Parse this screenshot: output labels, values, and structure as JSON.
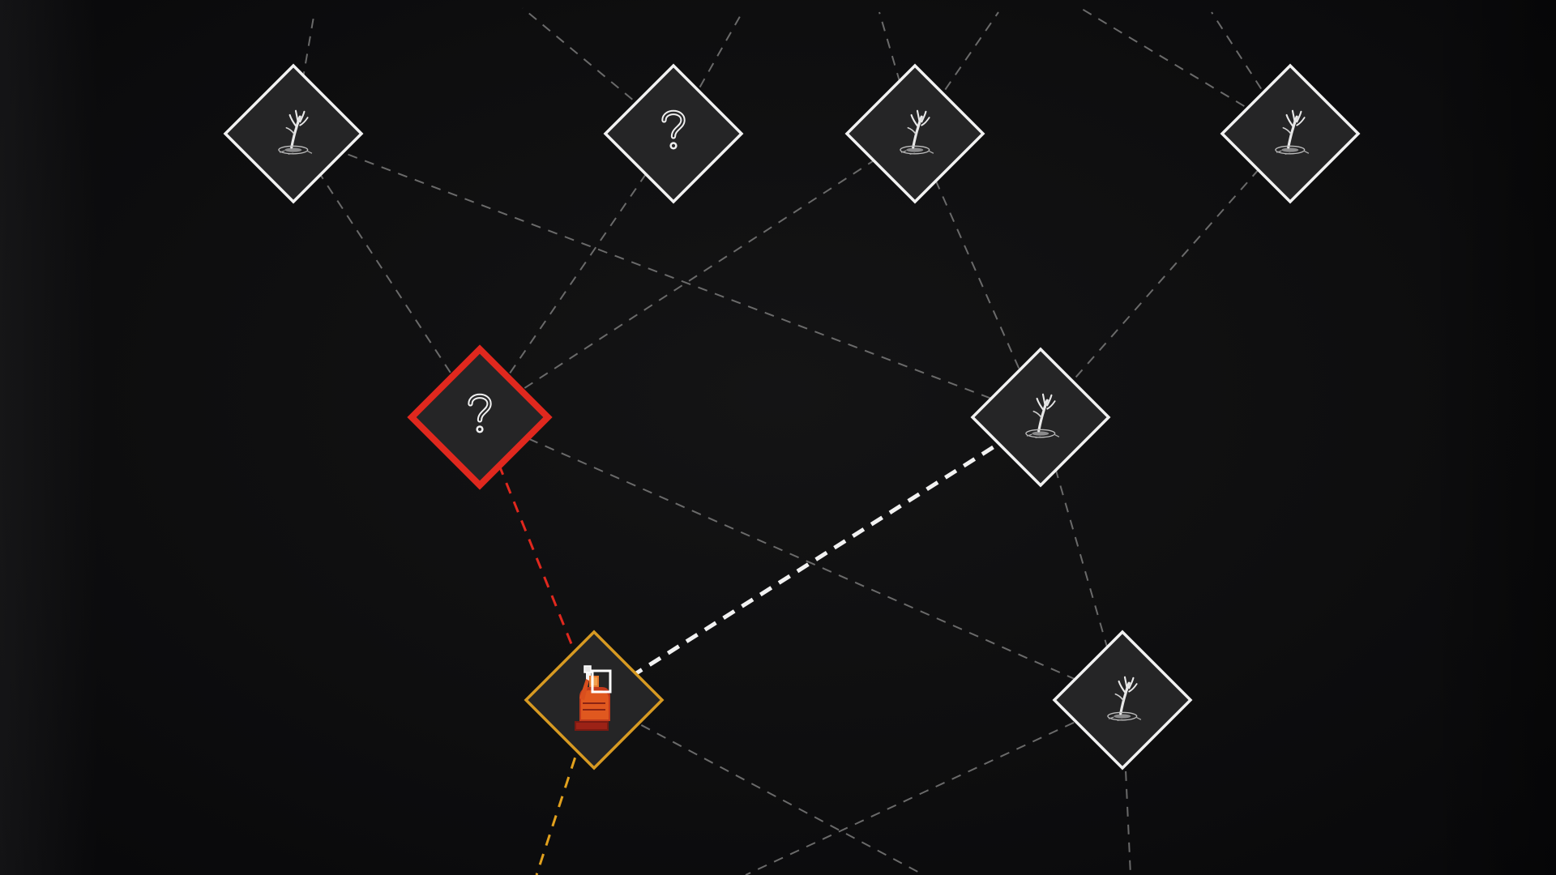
{
  "screen": "route-map",
  "colors": {
    "background": "#0d0d0e",
    "node_fill": "#252526",
    "node_border": "#f2f2f2",
    "path_dim": "#6a6a6a",
    "path_available": "#f2f2f2",
    "path_selected": "#e0281e",
    "path_traveled": "#e2a11d",
    "selected_border": "#e0281e",
    "current_border": "#d79a22"
  },
  "nodes": [
    {
      "id": "n1",
      "name": "map-node-hand-1",
      "icon": "hand-reaching-icon",
      "state": "normal",
      "interactable": true
    },
    {
      "id": "n2",
      "name": "map-node-unknown-1",
      "icon": "question-mark-icon",
      "state": "normal",
      "interactable": true
    },
    {
      "id": "n3",
      "name": "map-node-hand-2",
      "icon": "hand-reaching-icon",
      "state": "normal",
      "interactable": true
    },
    {
      "id": "n4",
      "name": "map-node-hand-3",
      "icon": "hand-reaching-icon",
      "state": "normal",
      "interactable": true
    },
    {
      "id": "n5",
      "name": "map-node-unknown-selected",
      "icon": "question-mark-icon",
      "state": "selected",
      "interactable": true
    },
    {
      "id": "n6",
      "name": "map-node-hand-4",
      "icon": "hand-reaching-icon",
      "state": "normal",
      "interactable": true
    },
    {
      "id": "n7",
      "name": "map-node-current-player",
      "icon": "player-character-icon",
      "state": "current",
      "interactable": false
    },
    {
      "id": "n8",
      "name": "map-node-hand-5",
      "icon": "hand-reaching-icon",
      "state": "normal",
      "interactable": true
    }
  ],
  "connections": [
    {
      "from": "n7",
      "to": "n5",
      "state": "selected"
    },
    {
      "from": "n7",
      "to": "n6",
      "state": "available"
    },
    {
      "from": "n7",
      "to": "bottom-left",
      "state": "traveled"
    },
    {
      "from": "n7",
      "to": "bottom-right",
      "state": "dim"
    },
    {
      "from": "n5",
      "to": "n1",
      "state": "dim"
    },
    {
      "from": "n5",
      "to": "n2",
      "state": "dim"
    },
    {
      "from": "n5",
      "to": "n3",
      "state": "dim"
    },
    {
      "from": "n5",
      "to": "n8",
      "state": "dim"
    },
    {
      "from": "n6",
      "to": "n1",
      "state": "dim"
    },
    {
      "from": "n6",
      "to": "n3",
      "state": "dim"
    },
    {
      "from": "n6",
      "to": "n4",
      "state": "dim"
    },
    {
      "from": "n6",
      "to": "n8",
      "state": "dim"
    },
    {
      "from": "n8",
      "to": "bottom-left-2",
      "state": "dim"
    },
    {
      "from": "n8",
      "to": "bottom-center",
      "state": "dim"
    },
    {
      "from": "n1",
      "to": "top-1",
      "state": "dim"
    },
    {
      "from": "n2",
      "to": "top-2",
      "state": "dim"
    },
    {
      "from": "n2",
      "to": "top-3",
      "state": "dim"
    },
    {
      "from": "n3",
      "to": "top-4",
      "state": "dim"
    },
    {
      "from": "n3",
      "to": "top-5",
      "state": "dim"
    },
    {
      "from": "n4",
      "to": "top-6",
      "state": "dim"
    },
    {
      "from": "n4",
      "to": "top-7",
      "state": "dim"
    }
  ]
}
